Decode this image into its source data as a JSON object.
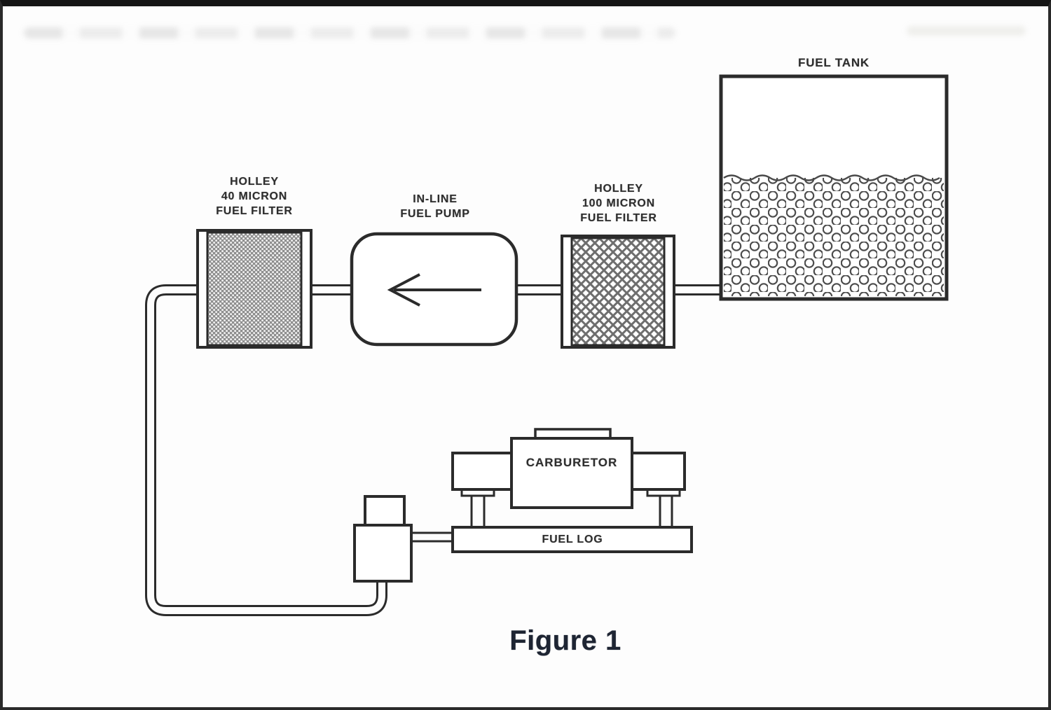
{
  "figure": {
    "caption": "Figure 1"
  },
  "components": {
    "fuel_tank": {
      "label": "FUEL TANK"
    },
    "fuel_filter_40": {
      "label_lines": [
        "HOLLEY",
        "40 MICRON",
        "FUEL FILTER"
      ]
    },
    "fuel_pump": {
      "label_lines": [
        "IN-LINE",
        "FUEL PUMP"
      ]
    },
    "fuel_filter_100": {
      "label_lines": [
        "HOLLEY",
        "100 MICRON",
        "FUEL FILTER"
      ]
    },
    "carburetor": {
      "label": "CARBURETOR"
    },
    "fuel_log": {
      "label": "FUEL LOG"
    }
  },
  "flow": {
    "arrow_direction": "left"
  },
  "colors": {
    "background": "#fdfdfd",
    "line": "#2b2b2b",
    "label_text": "#2e2e2e",
    "caption_text": "#1e2533",
    "filter40_mesh_fill": "#8e8e8e",
    "page_border": "#1c1c1c"
  }
}
